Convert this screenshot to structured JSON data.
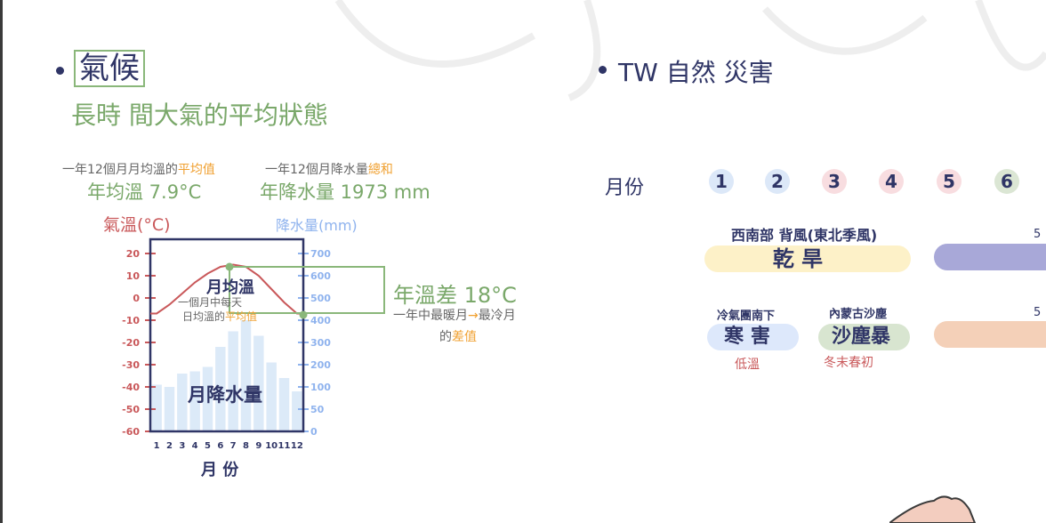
{
  "left": {
    "heading": "氣候",
    "subheading": "長時 間大氣的平均狀態",
    "temp_note_prefix": "一年12個月月均溫的",
    "temp_note_key": "平均值",
    "temp_value": "年均溫 7.9°C",
    "rain_note_prefix": "一年12個月降水量",
    "rain_note_key": "總和",
    "rain_value": "年降水量 1973 mm",
    "axis_temp_label": "氣溫(°C)",
    "axis_rain_label": "降水量(mm)",
    "x_label": "月 份",
    "monthly_temp_label": "月均溫",
    "monthly_temp_note1": "一個月中每天",
    "monthly_temp_note2_prefix": "日均溫的",
    "monthly_temp_note2_key": "平均值",
    "monthly_rain_label": "月降水量",
    "range_title": "年溫差 18°C",
    "range_note_prefix": "一年中最暖月",
    "range_note_arrow": "→",
    "range_note_suffix": "最冷月",
    "range_note2_prefix": "的",
    "range_note2_key": "差值"
  },
  "chart_data": {
    "type": "bar",
    "categories": [
      "1",
      "2",
      "3",
      "4",
      "5",
      "6",
      "7",
      "8",
      "9",
      "10",
      "11",
      "12"
    ],
    "series": [
      {
        "name": "月降水量",
        "values": [
          110,
          100,
          160,
          170,
          190,
          280,
          350,
          400,
          330,
          210,
          140,
          90
        ]
      },
      {
        "name": "月均溫",
        "values": [
          -7,
          -3,
          2,
          7,
          11,
          14,
          15,
          14,
          10,
          4,
          -2,
          -7
        ]
      }
    ],
    "temp_ticks": [
      "20",
      "10",
      "0",
      "-10",
      "-20",
      "-30",
      "-40",
      "-50",
      "-60"
    ],
    "temp_tick_values": [
      20,
      10,
      0,
      -10,
      -20,
      -30,
      -40,
      -50,
      -60
    ],
    "rain_ticks": [
      "700",
      "600",
      "500",
      "400",
      "300",
      "200",
      "100",
      "50",
      "0"
    ],
    "rain_tick_values": [
      700,
      600,
      500,
      400,
      300,
      200,
      100,
      50,
      0
    ],
    "xlabel": "月 份",
    "ylabel_left": "氣溫(°C)",
    "ylabel_right": "降水量(mm)"
  },
  "right": {
    "heading": "TW 自然 災害",
    "months_label": "月份",
    "months": [
      {
        "label": "1",
        "color": "#dce8f8"
      },
      {
        "label": "2",
        "color": "#dce8f8"
      },
      {
        "label": "3",
        "color": "#f8dde0"
      },
      {
        "label": "4",
        "color": "#f8dde0"
      },
      {
        "label": "5",
        "color": "#f8dde0"
      },
      {
        "label": "6",
        "color": "#dbe6d4"
      }
    ],
    "drought_note": "西南部 背風(東北季風)",
    "drought_label": "乾 旱",
    "cold_note": "冷氣團南下",
    "cold_label": "寒 害",
    "cold_sub": "低溫",
    "dust_note": "內蒙古沙塵",
    "dust_label": "沙塵暴",
    "dust_sub": "冬末春初",
    "cut1": "5",
    "cut2": "5"
  },
  "colors": {
    "green": "#7aa86a",
    "orange": "#f0a030",
    "red": "#c9585a",
    "blue": "#8fb3ee",
    "navy": "#2f3566",
    "yellow_pill": "#fdf1c8",
    "blue_pill": "#dde8fb",
    "green_pill": "#d8e5d0",
    "purple_pill": "#a8a8d8",
    "peach_pill": "#f4d0b8"
  }
}
